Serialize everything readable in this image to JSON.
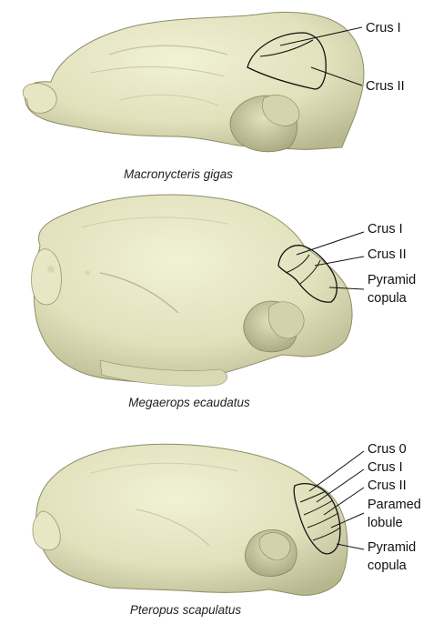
{
  "colors": {
    "endocast_fill": "#e3e3bf",
    "endocast_shadow": "#aeae86",
    "outline": "#111111",
    "background": "#ffffff"
  },
  "panels": [
    {
      "species": "Macronycteris gigas",
      "labels": [
        "Crus I",
        "Crus II"
      ]
    },
    {
      "species": "Megaerops ecaudatus",
      "labels": [
        "Crus I",
        "Crus II",
        "Pyramid",
        "copula"
      ]
    },
    {
      "species": "Pteropus scapulatus",
      "labels": [
        "Crus 0",
        "Crus I",
        "Crus II",
        "Paramed",
        "lobule",
        "Pyramid",
        "copula"
      ]
    }
  ]
}
